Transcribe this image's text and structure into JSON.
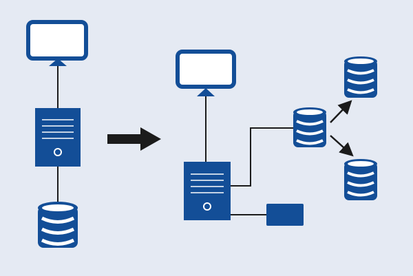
{
  "colors": {
    "background": "#E5EAF3",
    "primary_blue": "#134E97",
    "arrow_black": "#1B1B1B",
    "connector_line": "#1B1B1B",
    "white": "#FFFFFF"
  },
  "icons": {
    "monitor": "monitor-icon",
    "server": "server-tower-icon",
    "database": "database-cylinder-icon",
    "device": "storage-device-icon",
    "transition_arrow": "arrow-right-icon"
  },
  "diagram": {
    "before": {
      "nodes": [
        "monitor",
        "server",
        "database"
      ]
    },
    "after": {
      "nodes": [
        "monitor",
        "server",
        "database-primary",
        "database-replica-top",
        "database-replica-bottom",
        "device"
      ]
    }
  }
}
